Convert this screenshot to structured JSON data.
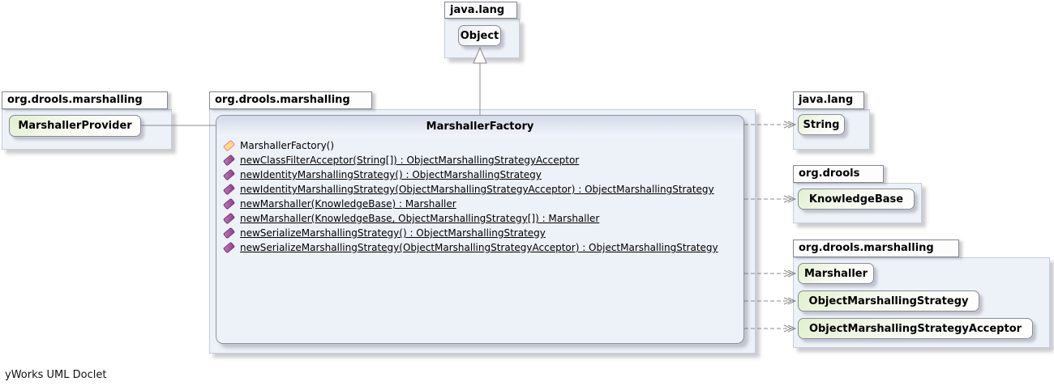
{
  "footer": "yWorks UML Doclet",
  "colors": {
    "class_node_fill": "#e2f0cf",
    "package_fill": "#edf1f8",
    "class_header_top": "#d3d9e8",
    "method_icon": "#8f3b8a",
    "constructor_icon_fill": "#ffe26e",
    "constructor_icon_border": "#f070c9",
    "connector": "#8b8b8b"
  },
  "packages": {
    "java_lang_top": {
      "name": "java.lang",
      "classes": [
        "Object"
      ]
    },
    "marshalling_left": {
      "name": "org.drools.marshalling",
      "classes": [
        "MarshallerProvider"
      ]
    },
    "marshalling_center": {
      "name": "org.drools.marshalling",
      "main_class": {
        "title": "MarshallerFactory",
        "constructors": [
          "MarshallerFactory()"
        ],
        "methods": [
          "newClassFilterAcceptor(String[]) : ObjectMarshallingStrategyAcceptor",
          "newIdentityMarshallingStrategy() : ObjectMarshallingStrategy",
          "newIdentityMarshallingStrategy(ObjectMarshallingStrategyAcceptor) : ObjectMarshallingStrategy",
          "newMarshaller(KnowledgeBase) : Marshaller",
          "newMarshaller(KnowledgeBase, ObjectMarshallingStrategy[]) : Marshaller",
          "newSerializeMarshallingStrategy() : ObjectMarshallingStrategy",
          "newSerializeMarshallingStrategy(ObjectMarshallingStrategyAcceptor) : ObjectMarshallingStrategy"
        ]
      }
    },
    "java_lang_right": {
      "name": "java.lang",
      "classes": [
        "String"
      ]
    },
    "drools_right": {
      "name": "org.drools",
      "classes": [
        "KnowledgeBase"
      ]
    },
    "marshalling_right": {
      "name": "org.drools.marshalling",
      "classes": [
        "Marshaller",
        "ObjectMarshallingStrategy",
        "ObjectMarshallingStrategyAcceptor"
      ]
    }
  }
}
